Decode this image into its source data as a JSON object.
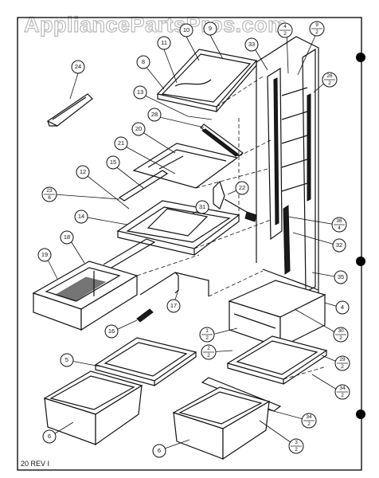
{
  "watermark": "AppliancePartsPros.com",
  "footer": "20 REV I",
  "callouts": {
    "c24": "24",
    "c11": "11",
    "c10": "10",
    "c9a": "9",
    "c8": "8",
    "c13": "13",
    "c28": "28",
    "c20": "20",
    "c21": "21",
    "c15": "15",
    "c12": "12",
    "c23_top": "23",
    "c23_bot": "6",
    "c14": "14",
    "c18": "18",
    "c19": "19",
    "c22": "22",
    "c31": "31",
    "c17": "17",
    "c16": "16",
    "c33": "33",
    "c4t_top": "4",
    "c4t_bot": "2",
    "c9b_top": "9",
    "c9b_bot": "2",
    "c26_top": "26",
    "c26_bot": "2",
    "c36_top": "36",
    "c36_bot": "4",
    "c32": "32",
    "c35": "35",
    "c4": "4",
    "c30_top": "30",
    "c30_bot": "2",
    "c1_top": "1",
    "c1_bot": "2",
    "c2_top": "2",
    "c2_bot": "2",
    "c29_top": "29",
    "c29_bot": "2",
    "c5": "5",
    "c34a_top": "34",
    "c34a_bot": "2",
    "c34b_top": "34",
    "c34b_bot": "2",
    "c6a": "6",
    "c6b": "6",
    "c3_top": "3",
    "c3_bot": "2"
  }
}
